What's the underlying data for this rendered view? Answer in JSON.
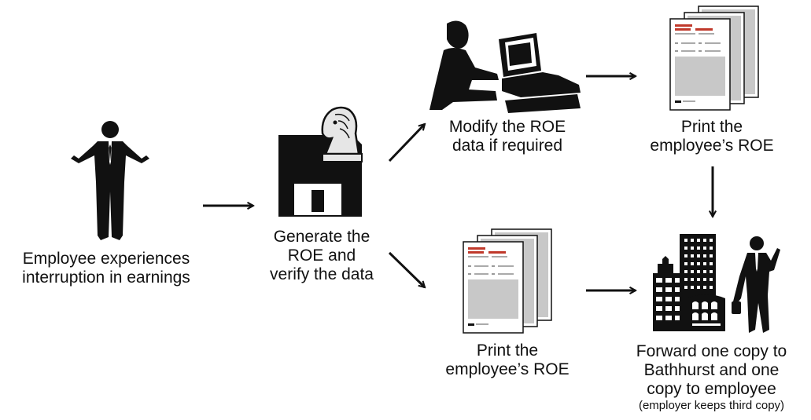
{
  "steps": {
    "employee": {
      "lines": [
        "Employee experiences",
        "interruption in earnings"
      ]
    },
    "generate": {
      "lines": [
        "Generate the",
        "ROE and",
        "verify the data"
      ]
    },
    "modify": {
      "lines": [
        "Modify the ROE",
        "data if required"
      ]
    },
    "print_top": {
      "lines": [
        "Print the",
        "employee’s ROE"
      ]
    },
    "print_bottom": {
      "lines": [
        "Print the",
        "employee’s ROE"
      ]
    },
    "forward": {
      "lines": [
        "Forward one copy to",
        "Bathhurst and one",
        "copy to employee"
      ],
      "note": "(employer keeps third copy)"
    }
  },
  "icons": {
    "employee": "person-shrugging-icon",
    "generate": "floppy-disk-with-knight-icon",
    "modify": "person-at-computer-icon",
    "print": "document-stack-icon",
    "forward": "office-buildings-with-businessman-icon"
  },
  "colors": {
    "ink": "#111111",
    "form_red": "#c0392b",
    "form_grey": "#c8c8c8"
  }
}
